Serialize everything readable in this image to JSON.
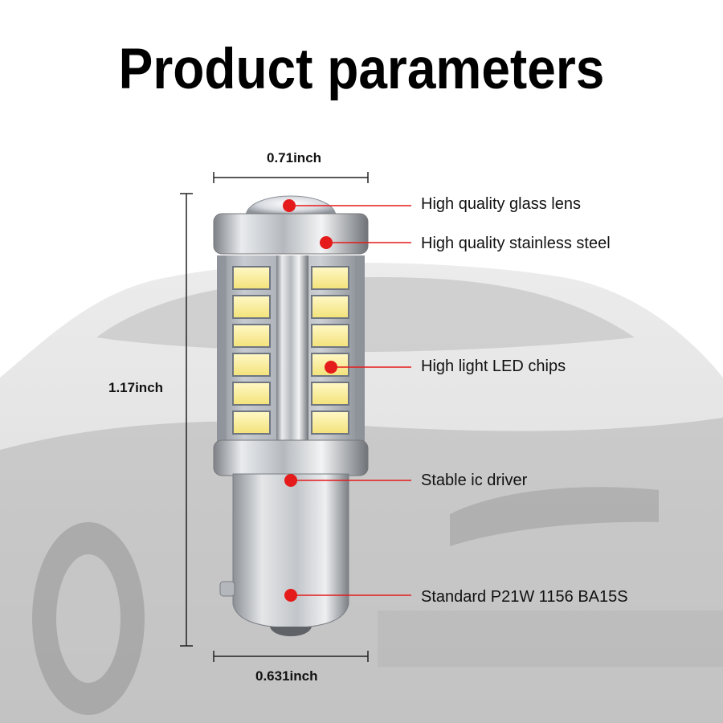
{
  "title": "Product parameters",
  "dimensions": {
    "top_width": "0.71inch",
    "height": "1.17inch",
    "base_width": "0.631inch"
  },
  "callouts": [
    "High quality glass lens",
    "High quality stainless steel",
    "High light LED chips",
    "Stable ic driver",
    "Standard P21W 1156 BA15S"
  ],
  "colors": {
    "marker": "#e51b1b",
    "led": "#fbf3b0",
    "metal": "#c9ccd0"
  },
  "icons": {
    "background": "car-silhouette-image",
    "product": "led-bulb-image"
  }
}
